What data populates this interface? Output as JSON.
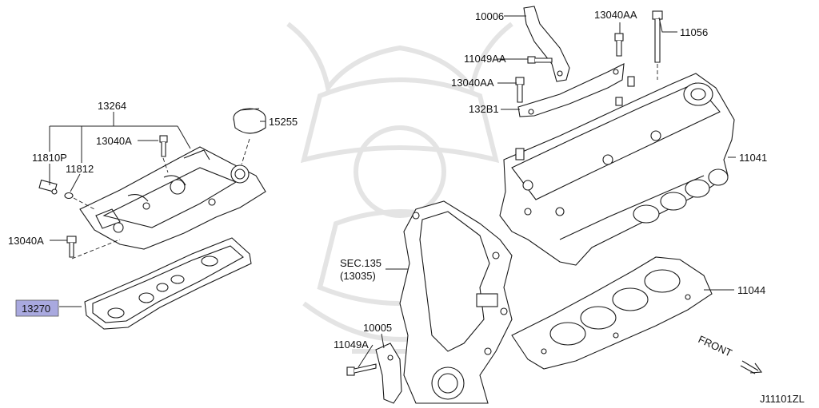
{
  "diagram_code": "J11101ZL",
  "front_label": "FRONT",
  "highlight_color": "#a9a9df",
  "callouts": {
    "p10006": "10006",
    "p13040AA_top": "13040AA",
    "p11056": "11056",
    "p11049AA": "11049AA",
    "p13040AA_mid": "13040AA",
    "p132B1": "132B1",
    "p13264": "13264",
    "p15255": "15255",
    "p13040A_top": "13040A",
    "p11810P": "11810P",
    "p11812": "11812",
    "p11041": "11041",
    "p13040A_left": "13040A",
    "sec_line1": "SEC.135",
    "sec_line2": "(13035)",
    "p11044": "11044",
    "p13270": "13270",
    "p10005": "10005",
    "p11049A": "11049A"
  }
}
